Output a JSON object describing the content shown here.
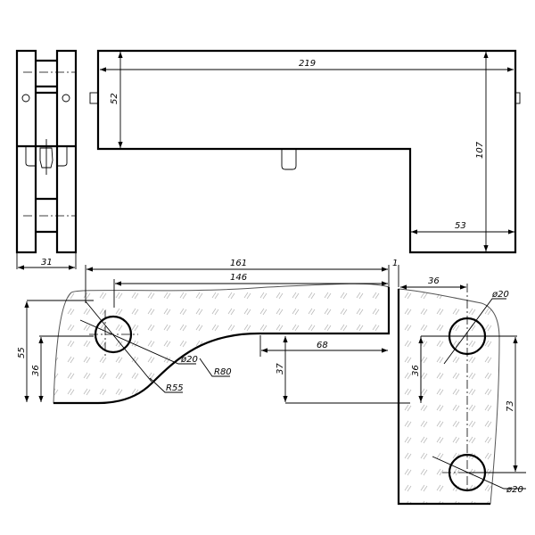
{
  "drawing": {
    "side_view": {
      "width_dim": "31"
    },
    "front_view": {
      "length_dim": "219",
      "height_dim": "52",
      "total_height_dim": "107",
      "foot_dim": "53"
    },
    "left_part": {
      "dim_161": "161",
      "dim_146": "146",
      "dim_1": "1",
      "dim_55": "55",
      "dim_36": "36",
      "dim_37": "37",
      "dim_68": "68",
      "hole_dia": "ø20",
      "radius_large": "R80",
      "radius_small": "R55"
    },
    "right_part": {
      "dim_36_h": "36",
      "dim_36_v": "36",
      "dim_73": "73",
      "hole_dia_top": "ø20",
      "hole_dia_bottom": "ø20"
    }
  }
}
